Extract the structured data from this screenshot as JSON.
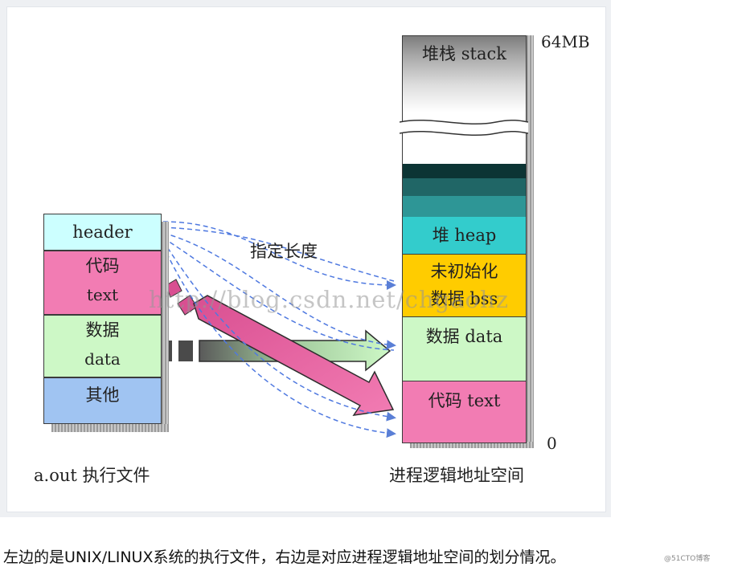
{
  "file": {
    "segments": [
      {
        "line1": "header",
        "line2": "",
        "color": "#ccffff"
      },
      {
        "line1": "代码",
        "line2": "text",
        "color": "#f27cb3"
      },
      {
        "line1": "数据",
        "line2": "data",
        "color": "#cdf8c6"
      },
      {
        "line1": "其他",
        "line2": "",
        "color": "#a0c4f2"
      }
    ],
    "caption": "a.out 执行文件"
  },
  "process": {
    "top_label": "64MB",
    "bottom_label": "0",
    "stack_label": "堆栈 stack",
    "heap_label": "堆 heap",
    "bss_label_line1": "未初始化",
    "bss_label_line2": "数据 bss",
    "data_label": "数据 data",
    "text_label": "代码 text",
    "caption": "进程逻辑地址空间",
    "colors": {
      "heap": "#33cccc",
      "bss": "#ffcc00",
      "data": "#cdf8c6",
      "text": "#f27cb3"
    }
  },
  "annotation": "指定长度",
  "watermark": "http://blog.csdn.net/chgaohz",
  "caption": "左边的是UNIX/LINUX系统的执行文件，右边是对应进程逻辑地址空间的划分情况。",
  "corner_mark": "@51CTO博客"
}
